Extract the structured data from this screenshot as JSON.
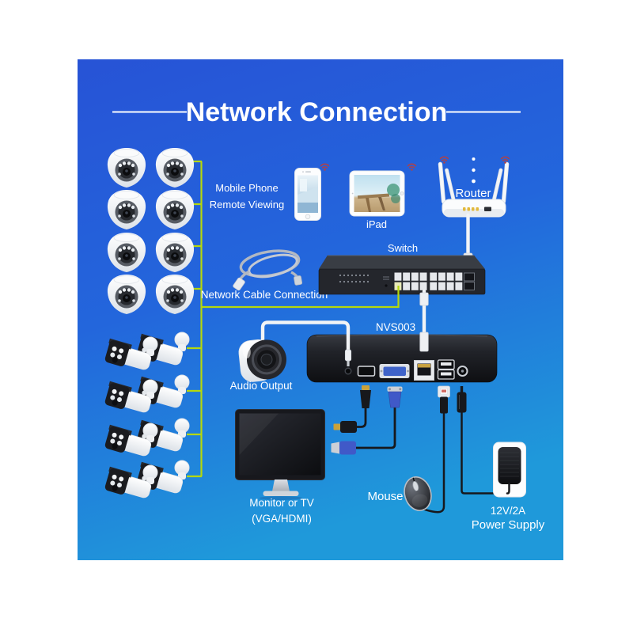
{
  "title": "Network Connection",
  "labels": {
    "mobile_phone_1": "Mobile Phone",
    "mobile_phone_2": "Remote Viewing",
    "ipad": "iPad",
    "router": "Router",
    "switch": "Switch",
    "network_cable": "Network Cable Connection",
    "nvr_model": "NVS003",
    "audio_output": "Audio Output",
    "monitor_1": "Monitor or TV",
    "monitor_2": "(VGA/HDMI)",
    "mouse": "Mouse",
    "power_1": "12V/2A",
    "power_2": "Power Supply"
  },
  "devices": {
    "dome_cameras": 8,
    "bullet_cameras": 8,
    "switch_ports": 16
  },
  "icons": {
    "dome-camera-icon": "white dome security camera",
    "bullet-camera-icon": "white bullet security camera",
    "wifi-icon": "red wireless signal",
    "smartphone-icon": "mobile phone",
    "tablet-icon": "iPad tablet",
    "router-icon": "4-antenna wireless router",
    "ethernet-cable-icon": "coiled network cable",
    "switch-icon": "16-port network switch",
    "nvr-icon": "network video recorder",
    "speaker-icon": "audio speaker",
    "monitor-icon": "desktop monitor",
    "mouse-icon": "usb mouse",
    "power-adapter-icon": "wall power adapter"
  },
  "colors": {
    "canvas_bg": "#ffffff",
    "panel_top": "#2753d6",
    "panel_mid": "#2366dc",
    "panel_bottom": "#1f99da",
    "cable_green": "#b5d80c",
    "wifi_red": "#a8434f",
    "label_text": "#ffffff",
    "ethernet_white": "#f2f4f6",
    "cable_black": "#17181c",
    "vga_blue": "#4059c8"
  }
}
